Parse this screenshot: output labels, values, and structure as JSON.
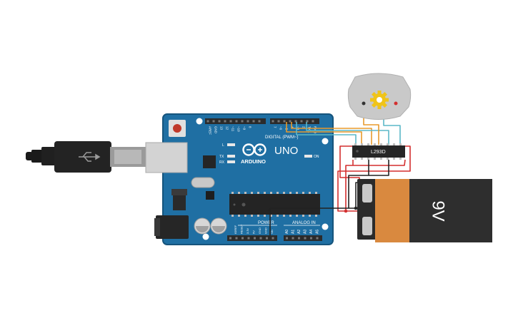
{
  "arduino": {
    "brand": "ARDUINO",
    "model": "UNO",
    "digital_header_label": "DIGITAL (PWM~)",
    "power_label": "POWER",
    "analog_label": "ANALOG IN",
    "on_label": "ON",
    "led_labels": [
      "L",
      "TX",
      "RX"
    ],
    "top_pin_labels": [
      "AREF",
      "GND",
      "13",
      "12",
      "~11",
      "~10",
      "~9",
      "8",
      "7",
      "~6",
      "~5",
      "4",
      "~3",
      "2",
      "TX 1",
      "RX 0"
    ],
    "power_pin_labels": [
      "IOREF",
      "RESET",
      "3.3V",
      "5V",
      "GND",
      "GND",
      "Vin"
    ],
    "analog_pin_labels": [
      "A0",
      "A1",
      "A2",
      "A3",
      "A4",
      "A5"
    ]
  },
  "driver_chip": {
    "label": "L293D"
  },
  "battery": {
    "label": "9V"
  },
  "colors": {
    "board": "#1f6fa3",
    "board_dark": "#16547c",
    "header": "#2b2b2b",
    "wire_red": "#d32f2f",
    "wire_black": "#222222",
    "wire_orange": "#e89a2c",
    "wire_teal": "#5cb8c8",
    "battery_orange": "#d9893f",
    "battery_dark": "#2e2e2e",
    "motor_body": "#c9c9c9",
    "gear": "#f0c419"
  }
}
